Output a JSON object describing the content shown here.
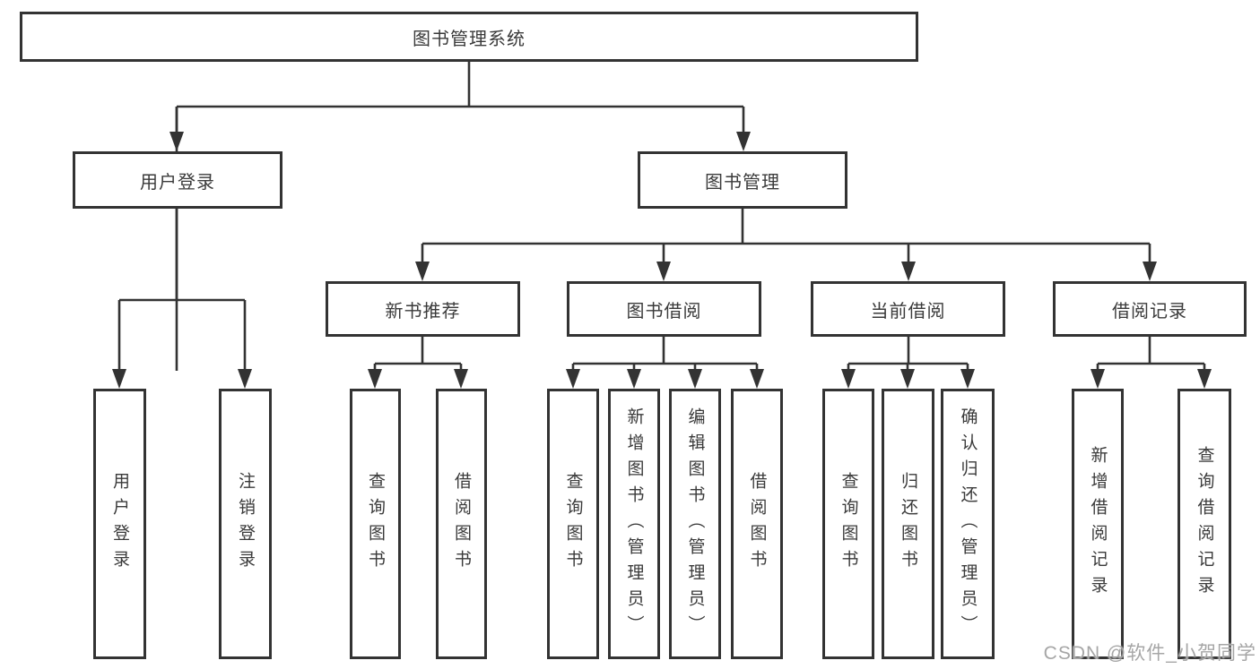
{
  "diagram": {
    "title": "图书管理系统",
    "level2": [
      "用户登录",
      "图书管理"
    ],
    "level3": [
      "新书推荐",
      "图书借阅",
      "当前借阅",
      "借阅记录"
    ],
    "leaves": {
      "user_login": "用户登录",
      "logout": "注销登录",
      "nb_query": "查询图书",
      "nb_borrow": "借阅图书",
      "bb_query": "查询图书",
      "bb_add": "新增图书（管理员）",
      "bb_edit": "编辑图书（管理员）",
      "bb_borrow": "借阅图书",
      "cb_query": "查询图书",
      "cb_return": "归还图书",
      "cb_confirm": "确认归还（管理员）",
      "br_add": "新增借阅记录",
      "br_query": "查询借阅记录"
    },
    "watermark": "CSDN @软件_小贺同学",
    "colors": {
      "line": "#333333",
      "box_border": "#333333",
      "box_fill": "#ffffff",
      "text": "#3a3a3a",
      "background": "#ffffff",
      "watermark": "#a6a6a6"
    }
  }
}
